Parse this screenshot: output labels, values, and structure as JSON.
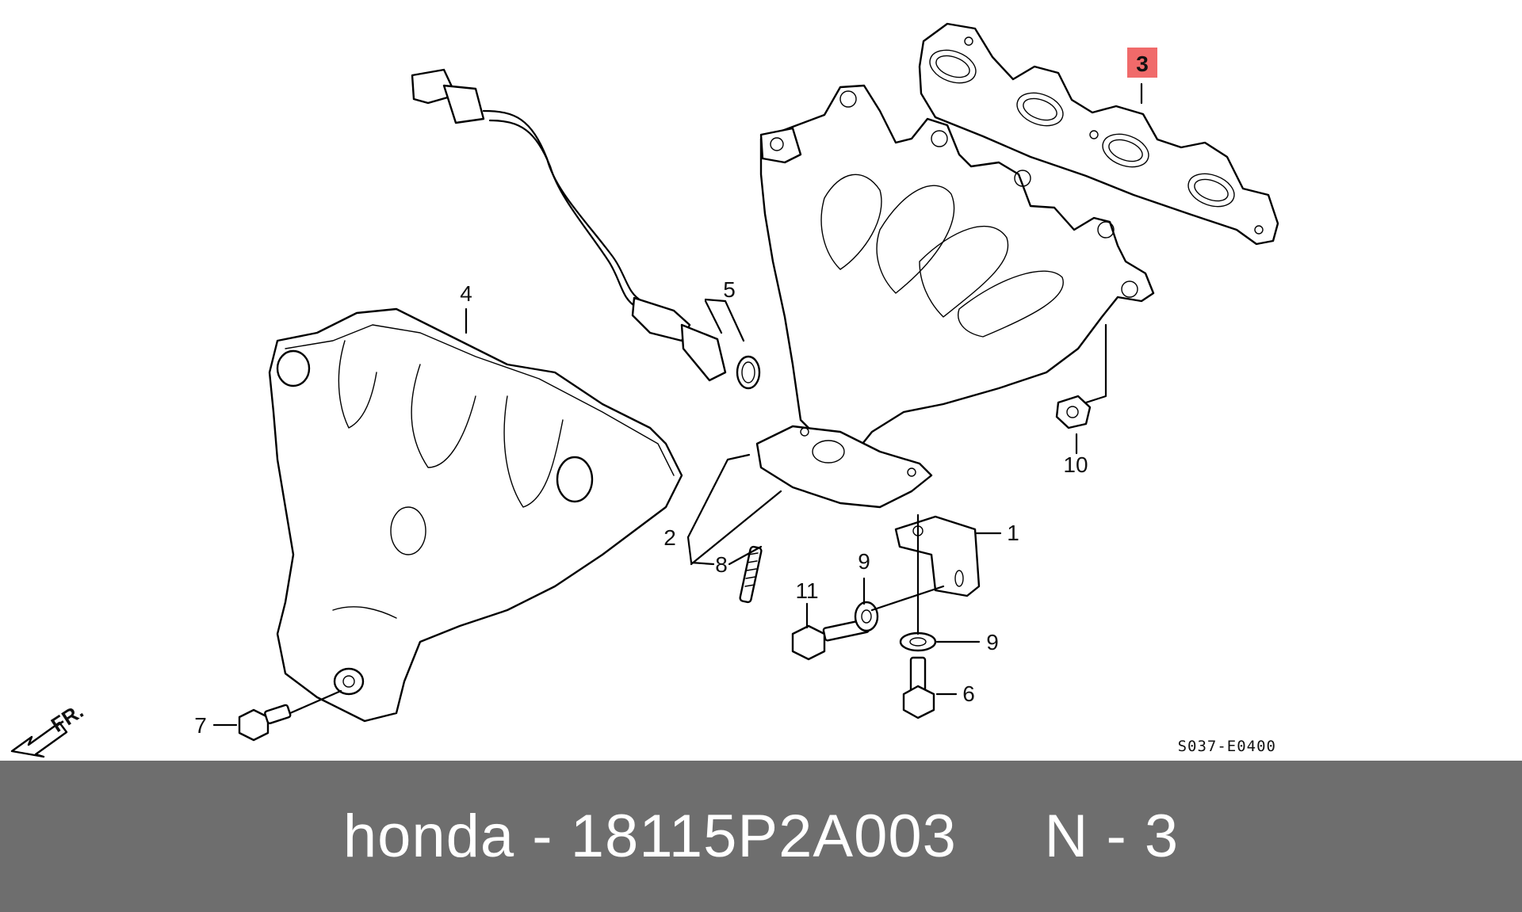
{
  "diagram": {
    "callouts": {
      "p1": "1",
      "p2": "2",
      "p3": "3",
      "p4": "4",
      "p5": "5",
      "p6": "6",
      "p7": "7",
      "p8": "8",
      "p9a": "9",
      "p9b": "9",
      "p10": "10",
      "p11": "11"
    },
    "highlight_color": "#f06a6a",
    "diagram_code": "S037-E0400",
    "direction_label": "FR."
  },
  "footer": {
    "caption": "honda - 18115P2A003     N - 3",
    "background": "#6e6e6e"
  }
}
